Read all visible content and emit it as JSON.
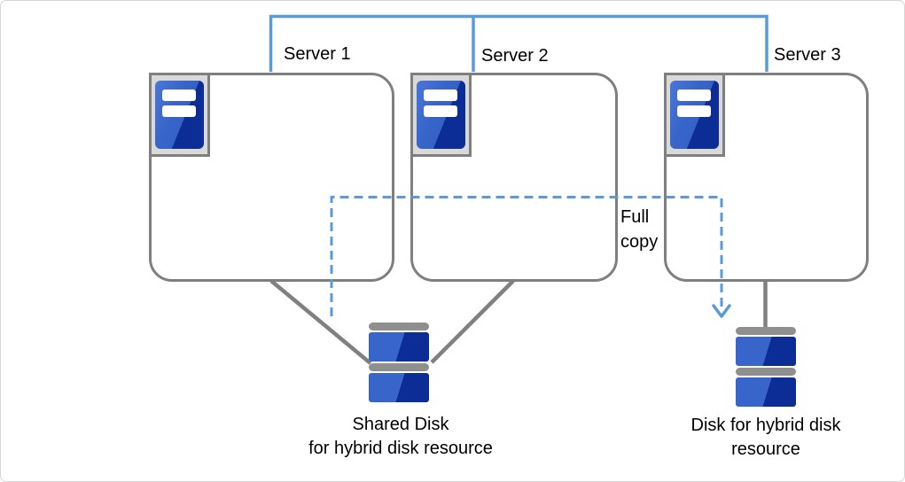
{
  "diagram": {
    "servers": [
      {
        "label": "Server 1"
      },
      {
        "label": "Server 2"
      },
      {
        "label": "Server 3"
      }
    ],
    "full_copy": {
      "line1": "Full",
      "line2": "copy"
    },
    "shared_disk": {
      "line1": "Shared Disk",
      "line2": "for hybrid disk resource"
    },
    "replica_disk": {
      "line1": "Disk for hybrid disk",
      "line2": "resource"
    },
    "colors": {
      "interconnect_blue": "#5B9BD5",
      "dashed_arrow_blue": "#5B9BD5",
      "connector_gray": "#808080",
      "box_border_gray": "#7F7F7F",
      "icon_frame_gray": "#D9D9D9",
      "disk_cap_gray": "#8F8F8F",
      "icon_blue_light": "#3865C9",
      "icon_blue_dark": "#0C2D96",
      "text": "#000000"
    }
  }
}
